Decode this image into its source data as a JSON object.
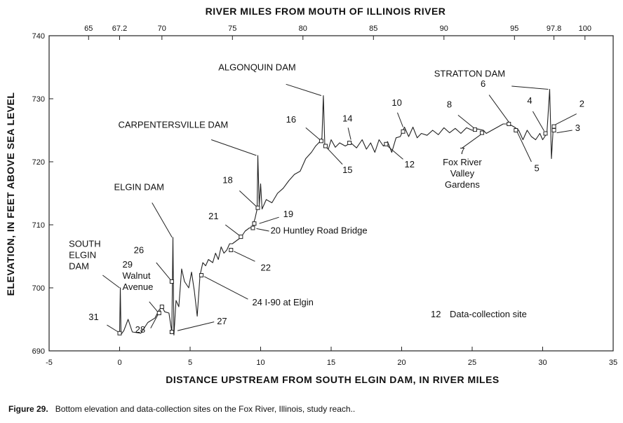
{
  "chart_data": {
    "type": "line",
    "xlabel": "DISTANCE UPSTREAM FROM SOUTH ELGIN DAM, IN RIVER MILES",
    "ylabel": "ELEVATION, IN FEET ABOVE SEA LEVEL",
    "x2label": "RIVER MILES FROM MOUTH OF ILLINOIS RIVER",
    "xlim": [
      -5,
      35
    ],
    "ylim": [
      690,
      740
    ],
    "xticks": [
      -5,
      0,
      5,
      10,
      15,
      20,
      25,
      30,
      35
    ],
    "yticks": [
      690,
      700,
      710,
      720,
      730,
      740
    ],
    "x2ticks": [
      {
        "label": "65",
        "x": -2.2
      },
      {
        "label": "67.2",
        "x": 0
      },
      {
        "label": "70",
        "x": 3
      },
      {
        "label": "75",
        "x": 8
      },
      {
        "label": "80",
        "x": 13
      },
      {
        "label": "85",
        "x": 18
      },
      {
        "label": "90",
        "x": 23
      },
      {
        "label": "95",
        "x": 28
      },
      {
        "label": "97.8",
        "x": 30.8
      },
      {
        "label": "100",
        "x": 33
      }
    ],
    "profile": [
      [
        0,
        692.8
      ],
      [
        0.05,
        700
      ],
      [
        0.1,
        692.6
      ],
      [
        0.3,
        693.2
      ],
      [
        0.6,
        695
      ],
      [
        0.9,
        693
      ],
      [
        1.5,
        692.8
      ],
      [
        2,
        694.5
      ],
      [
        2.5,
        695.2
      ],
      [
        2.8,
        696.5
      ],
      [
        3.0,
        697
      ],
      [
        3.2,
        696.2
      ],
      [
        3.5,
        696
      ],
      [
        3.7,
        693
      ],
      [
        3.78,
        708
      ],
      [
        3.85,
        692.5
      ],
      [
        4.0,
        698
      ],
      [
        4.2,
        697
      ],
      [
        4.4,
        703
      ],
      [
        4.6,
        701
      ],
      [
        4.9,
        700
      ],
      [
        5.1,
        702.5
      ],
      [
        5.3,
        699.5
      ],
      [
        5.5,
        695.5
      ],
      [
        5.7,
        702
      ],
      [
        5.9,
        704
      ],
      [
        6.1,
        703.5
      ],
      [
        6.3,
        704.5
      ],
      [
        6.6,
        704
      ],
      [
        6.8,
        705.5
      ],
      [
        7.0,
        704.5
      ],
      [
        7.2,
        706.5
      ],
      [
        7.4,
        705.5
      ],
      [
        7.6,
        706
      ],
      [
        7.8,
        707
      ],
      [
        8.0,
        707
      ],
      [
        8.3,
        707.5
      ],
      [
        8.6,
        708
      ],
      [
        8.9,
        709
      ],
      [
        9.2,
        709.5
      ],
      [
        9.4,
        709.6
      ],
      [
        9.6,
        711
      ],
      [
        9.75,
        712.5
      ],
      [
        9.8,
        721
      ],
      [
        9.9,
        713
      ],
      [
        10.0,
        716.5
      ],
      [
        10.1,
        712.5
      ],
      [
        10.4,
        714
      ],
      [
        10.8,
        713.5
      ],
      [
        11.2,
        715
      ],
      [
        11.6,
        715.8
      ],
      [
        12.0,
        717
      ],
      [
        12.4,
        718
      ],
      [
        12.8,
        718.5
      ],
      [
        13.2,
        720.5
      ],
      [
        13.6,
        721.5
      ],
      [
        13.9,
        722.5
      ],
      [
        14.2,
        723.2
      ],
      [
        14.35,
        723.8
      ],
      [
        14.45,
        730.5
      ],
      [
        14.55,
        722.5
      ],
      [
        14.8,
        722
      ],
      [
        15.0,
        723.5
      ],
      [
        15.3,
        722.3
      ],
      [
        15.6,
        723
      ],
      [
        16.0,
        722.5
      ],
      [
        16.4,
        723
      ],
      [
        16.8,
        722.2
      ],
      [
        17.2,
        723.5
      ],
      [
        17.5,
        722
      ],
      [
        17.8,
        723
      ],
      [
        18.1,
        721.5
      ],
      [
        18.4,
        723.5
      ],
      [
        18.7,
        722.5
      ],
      [
        19.0,
        723.2
      ],
      [
        19.3,
        721.5
      ],
      [
        19.6,
        723.8
      ],
      [
        19.9,
        724
      ],
      [
        20.2,
        725.5
      ],
      [
        20.5,
        724
      ],
      [
        20.8,
        725.5
      ],
      [
        21.1,
        723.8
      ],
      [
        21.4,
        724.5
      ],
      [
        21.8,
        724.2
      ],
      [
        22.2,
        725
      ],
      [
        22.6,
        724.3
      ],
      [
        23.0,
        725.4
      ],
      [
        23.4,
        724.6
      ],
      [
        23.8,
        725.3
      ],
      [
        24.2,
        724.5
      ],
      [
        24.6,
        725.4
      ],
      [
        25.0,
        725
      ],
      [
        25.4,
        725.2
      ],
      [
        25.8,
        725
      ],
      [
        26.0,
        724.5
      ],
      [
        26.4,
        725
      ],
      [
        26.8,
        725.5
      ],
      [
        27.2,
        726
      ],
      [
        27.6,
        726
      ],
      [
        28.0,
        725.5
      ],
      [
        28.3,
        725
      ],
      [
        28.6,
        723.5
      ],
      [
        28.9,
        725
      ],
      [
        29.2,
        724
      ],
      [
        29.5,
        723.5
      ],
      [
        29.8,
        724.5
      ],
      [
        30.0,
        723.5
      ],
      [
        30.3,
        724.5
      ],
      [
        30.5,
        731.5
      ],
      [
        30.62,
        720.5
      ],
      [
        30.75,
        725.5
      ],
      [
        30.9,
        725.5
      ]
    ],
    "sites": [
      {
        "id": "2",
        "x": 30.8,
        "y": 725.6
      },
      {
        "id": "3",
        "x": 30.8,
        "y": 725
      },
      {
        "id": "4",
        "x": 30.2,
        "y": 724.5
      },
      {
        "id": "5",
        "x": 28.1,
        "y": 725
      },
      {
        "id": "6",
        "x": 27.6,
        "y": 726
      },
      {
        "id": "7",
        "x": 25.7,
        "y": 724.6
      },
      {
        "id": "8",
        "x": 25.2,
        "y": 725.1
      },
      {
        "id": "10",
        "x": 20.1,
        "y": 724.8
      },
      {
        "id": "12",
        "x": 18.9,
        "y": 722.8
      },
      {
        "id": "14",
        "x": 16.3,
        "y": 723
      },
      {
        "id": "15",
        "x": 14.6,
        "y": 722.5
      },
      {
        "id": "16",
        "x": 14.3,
        "y": 723.3
      },
      {
        "id": "18",
        "x": 9.8,
        "y": 712.7
      },
      {
        "id": "19",
        "x": 9.55,
        "y": 710.2
      },
      {
        "id": "20",
        "x": 9.45,
        "y": 709.5
      },
      {
        "id": "21",
        "x": 8.6,
        "y": 708.1
      },
      {
        "id": "22",
        "x": 7.9,
        "y": 706
      },
      {
        "id": "24",
        "x": 5.8,
        "y": 702
      },
      {
        "id": "26",
        "x": 3.7,
        "y": 701
      },
      {
        "id": "27",
        "x": 3.7,
        "y": 693
      },
      {
        "id": "28",
        "x": 3.0,
        "y": 697
      },
      {
        "id": "29",
        "x": 2.8,
        "y": 696
      },
      {
        "id": "31",
        "x": 0,
        "y": 692.8
      }
    ],
    "annotations": [
      {
        "lines": [
          "SOUTH",
          "ELGIN",
          "DAM"
        ],
        "anchor": "start",
        "x": -3.6,
        "y": 706.5,
        "lx1": -1.2,
        "ly1": 702,
        "lx2": 0,
        "ly2": 700
      },
      {
        "lines": [
          "ELGIN DAM"
        ],
        "anchor": "start",
        "x": -0.4,
        "y": 715.5,
        "lx1": 2.3,
        "ly1": 713.5,
        "lx2": 3.72,
        "ly2": 708
      },
      {
        "lines": [
          "CARPENTERSVILLE DAM"
        ],
        "anchor": "start",
        "x": -0.1,
        "y": 725.4,
        "lx1": 6.5,
        "ly1": 723.5,
        "lx2": 9.7,
        "ly2": 721
      },
      {
        "lines": [
          "ALGONQUIN DAM"
        ],
        "anchor": "start",
        "x": 7,
        "y": 734.5,
        "lx1": 11.8,
        "ly1": 732.3,
        "lx2": 14.3,
        "ly2": 730.5
      },
      {
        "lines": [
          "STRATTON DAM"
        ],
        "anchor": "start",
        "x": 22.3,
        "y": 733.5,
        "lx1": 27.8,
        "ly1": 732,
        "lx2": 30.4,
        "ly2": 731.5
      },
      {
        "lines": [
          "31"
        ],
        "anchor": "start",
        "x": -2.2,
        "y": 694.9,
        "lx1": -0.9,
        "ly1": 694.1,
        "lx2": -0.1,
        "ly2": 693
      },
      {
        "lines": [
          "29",
          "Walnut",
          "Avenue"
        ],
        "anchor": "start",
        "x": 0.2,
        "y": 703.2,
        "lx1": 2.1,
        "ly1": 697.8,
        "lx2": 2.7,
        "ly2": 696.2
      },
      {
        "lines": [
          "28"
        ],
        "anchor": "start",
        "x": 1.1,
        "y": 692.9,
        "lx1": 2.2,
        "ly1": 693.6,
        "lx2": 2.9,
        "ly2": 696.5
      },
      {
        "lines": [
          "26"
        ],
        "anchor": "start",
        "x": 1,
        "y": 705.5,
        "lx1": 2.6,
        "ly1": 704,
        "lx2": 3.6,
        "ly2": 701.3
      },
      {
        "lines": [
          "27"
        ],
        "anchor": "start",
        "x": 6.9,
        "y": 694.2,
        "lx1": 6.7,
        "ly1": 694.6,
        "lx2": 4.1,
        "ly2": 693.2
      },
      {
        "lines": [
          "24 I-90 at Elgin"
        ],
        "anchor": "start",
        "x": 9.4,
        "y": 697.2,
        "lx1": 9.1,
        "ly1": 698.2,
        "lx2": 6.0,
        "ly2": 701.8
      },
      {
        "lines": [
          "22"
        ],
        "anchor": "start",
        "x": 10,
        "y": 702.7,
        "lx1": 9.6,
        "ly1": 704.2,
        "lx2": 8.1,
        "ly2": 705.8
      },
      {
        "lines": [
          "21"
        ],
        "anchor": "start",
        "x": 6.3,
        "y": 710.9,
        "lx1": 7.5,
        "ly1": 710,
        "lx2": 8.5,
        "ly2": 708.3
      },
      {
        "lines": [
          "20 Huntley Road Bridge"
        ],
        "anchor": "start",
        "x": 10.7,
        "y": 708.6,
        "lx1": 10.6,
        "ly1": 709,
        "lx2": 9.7,
        "ly2": 709.4
      },
      {
        "lines": [
          "19"
        ],
        "anchor": "start",
        "x": 11.6,
        "y": 711.2,
        "lx1": 11.3,
        "ly1": 711.2,
        "lx2": 9.9,
        "ly2": 710.2
      },
      {
        "lines": [
          "18"
        ],
        "anchor": "start",
        "x": 7.3,
        "y": 716.6,
        "lx1": 8.5,
        "ly1": 715.4,
        "lx2": 9.7,
        "ly2": 712.9
      },
      {
        "lines": [
          "16"
        ],
        "anchor": "start",
        "x": 11.8,
        "y": 726.2,
        "lx1": 13.2,
        "ly1": 725.4,
        "lx2": 14.2,
        "ly2": 723.5
      },
      {
        "lines": [
          "15"
        ],
        "anchor": "start",
        "x": 15.8,
        "y": 718.2,
        "lx1": 15.8,
        "ly1": 719.6,
        "lx2": 14.7,
        "ly2": 722.2
      },
      {
        "lines": [
          "14"
        ],
        "anchor": "start",
        "x": 15.8,
        "y": 726.4,
        "lx1": 16.2,
        "ly1": 725.4,
        "lx2": 16.4,
        "ly2": 723.5
      },
      {
        "lines": [
          "12"
        ],
        "anchor": "start",
        "x": 20.2,
        "y": 719.1,
        "lx1": 20.1,
        "ly1": 720.4,
        "lx2": 19,
        "ly2": 722.5
      },
      {
        "lines": [
          "10"
        ],
        "anchor": "start",
        "x": 19.3,
        "y": 728.9,
        "lx1": 19.7,
        "ly1": 727.8,
        "lx2": 20.1,
        "ly2": 725.5
      },
      {
        "lines": [
          "8"
        ],
        "anchor": "start",
        "x": 23.2,
        "y": 728.6,
        "lx1": 24,
        "ly1": 727.4,
        "lx2": 25.1,
        "ly2": 725.4
      },
      {
        "lines": [
          "6"
        ],
        "anchor": "start",
        "x": 25.6,
        "y": 731.9,
        "lx1": 26.2,
        "ly1": 730.6,
        "lx2": 27.6,
        "ly2": 726.3
      },
      {
        "lines": [
          "4"
        ],
        "anchor": "start",
        "x": 28.9,
        "y": 729.2,
        "lx1": 29.3,
        "ly1": 728,
        "lx2": 30.1,
        "ly2": 724.9
      },
      {
        "lines": [
          "2"
        ],
        "anchor": "start",
        "x": 32.6,
        "y": 728.7,
        "lx1": 32.4,
        "ly1": 727.6,
        "lx2": 30.9,
        "ly2": 725.9
      },
      {
        "lines": [
          "3"
        ],
        "anchor": "start",
        "x": 32.3,
        "y": 724.9,
        "lx1": 32.1,
        "ly1": 725,
        "lx2": 31,
        "ly2": 724.6
      },
      {
        "lines": [
          "5"
        ],
        "anchor": "start",
        "x": 29.4,
        "y": 718.5,
        "lx1": 29.2,
        "ly1": 720,
        "lx2": 28.2,
        "ly2": 724.7
      },
      {
        "lines": [
          "7",
          "Fox River",
          "Valley",
          "Gardens"
        ],
        "anchor": "middle",
        "x": 24.3,
        "y": 721.2,
        "lx1": 24.3,
        "ly1": 722.2,
        "lx2": 25.6,
        "ly2": 724.3
      }
    ],
    "key_label": "12",
    "key_text": "Data-collection site"
  },
  "caption": {
    "figure": "Figure 29.",
    "text": "Bottom elevation and data-collection sites on the Fox River, Illinois, study reach.."
  }
}
